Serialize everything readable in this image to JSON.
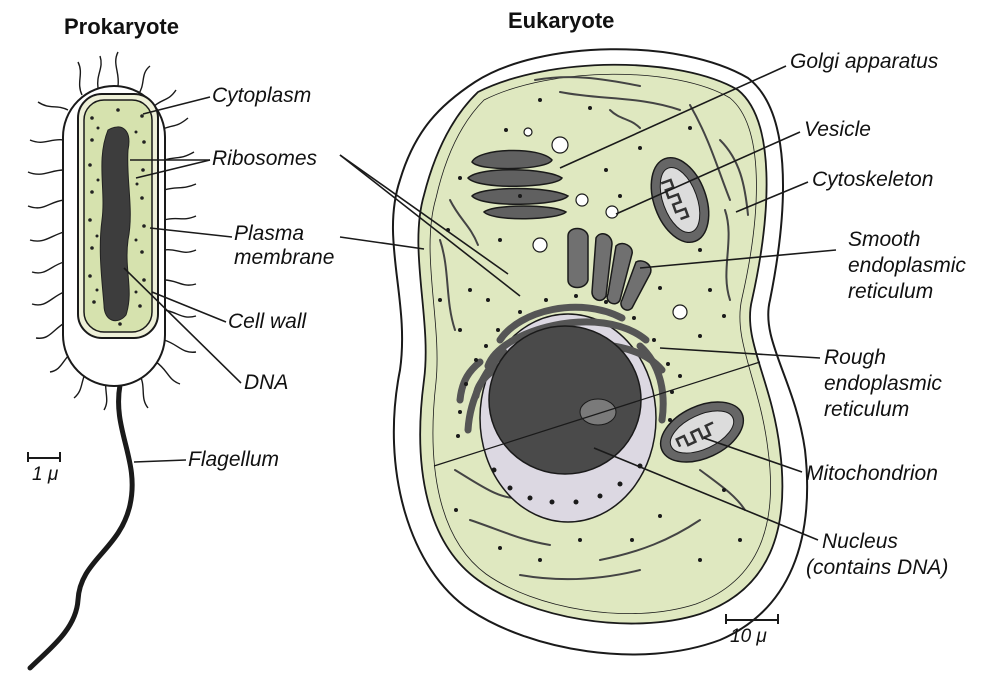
{
  "titles": {
    "prokaryote": "Prokaryote",
    "eukaryote": "Eukaryote"
  },
  "prokaryote_labels": {
    "cytoplasm": "Cytoplasm",
    "ribosomes": "Ribosomes",
    "plasma_membrane_1": "Plasma",
    "plasma_membrane_2": "membrane",
    "cell_wall": "Cell wall",
    "dna": "DNA",
    "flagellum": "Flagellum"
  },
  "eukaryote_labels": {
    "golgi": "Golgi apparatus",
    "vesicle": "Vesicle",
    "cytoskeleton": "Cytoskeleton",
    "smooth_er_1": "Smooth",
    "smooth_er_2": "endoplasmic",
    "smooth_er_3": "reticulum",
    "rough_er_1": "Rough",
    "rough_er_2": "endoplasmic",
    "rough_er_3": "reticulum",
    "mitochondrion": "Mitochondrion",
    "nucleus_1": "Nucleus",
    "nucleus_2": "(contains DNA)"
  },
  "scale_bars": {
    "prokaryote": "1 μ",
    "eukaryote": "10 μ"
  },
  "colors": {
    "cytoplasm": "#dfe8c0",
    "dark_organelle": "#555555",
    "nucleus": "#4a4a4a",
    "nucleus_envelope": "#d7d3dc",
    "line": "#1a1a1a"
  }
}
